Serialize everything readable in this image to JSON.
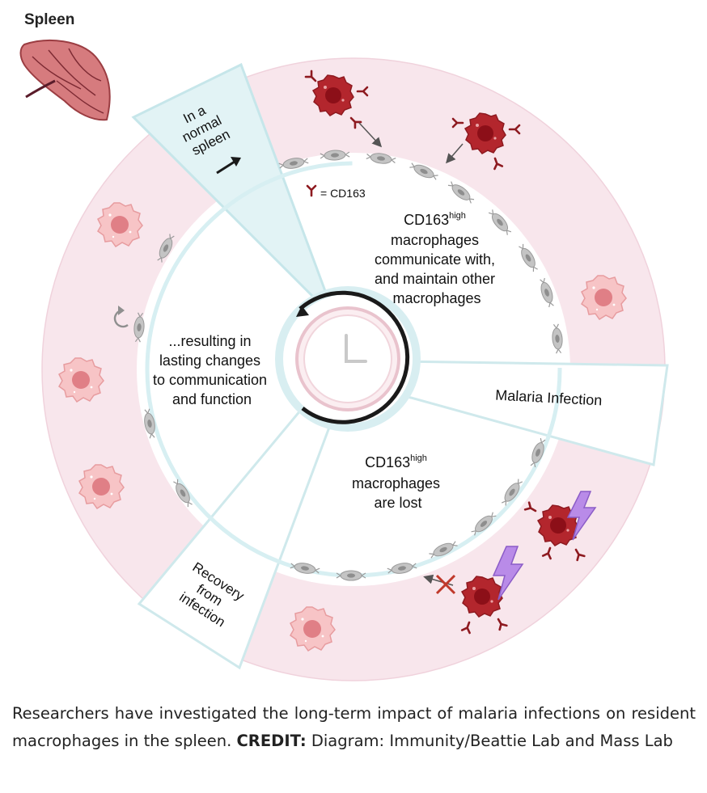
{
  "spleen_label": "Spleen",
  "stages": {
    "normal": [
      "In a",
      "normal",
      "spleen"
    ],
    "malaria": "Malaria Infection",
    "recovery": [
      "Recovery",
      "from",
      "infection"
    ]
  },
  "legend": "= CD163",
  "notes": {
    "communicate": {
      "sup_base": "CD163",
      "sup": "high",
      "lines": [
        "macrophages",
        "communicate with,",
        "and maintain other",
        "macrophages"
      ]
    },
    "lost": {
      "sup_base": "CD163",
      "sup": "high",
      "lines": [
        "macrophages",
        "are lost"
      ]
    },
    "lasting": [
      "...resulting in",
      "lasting changes",
      "to communication",
      "and function"
    ]
  },
  "caption": {
    "text": "Researchers have investigated the long-term impact of malaria infections on resident macrophages in the spleen.",
    "credit_label": "CREDIT:",
    "credit_text": "Diagram: Immunity/Beattie Lab and Mass Lab"
  },
  "colors": {
    "outer_ring": "#f7e4ea",
    "stage_panel": "#e3f3f5",
    "panel_border": "#cfe9ec",
    "macrophage_dark": "#b0232b",
    "macrophage_pink": "#f2b6b8",
    "cell_grey": "#b5b5b5",
    "lightning": "#a979e6"
  }
}
